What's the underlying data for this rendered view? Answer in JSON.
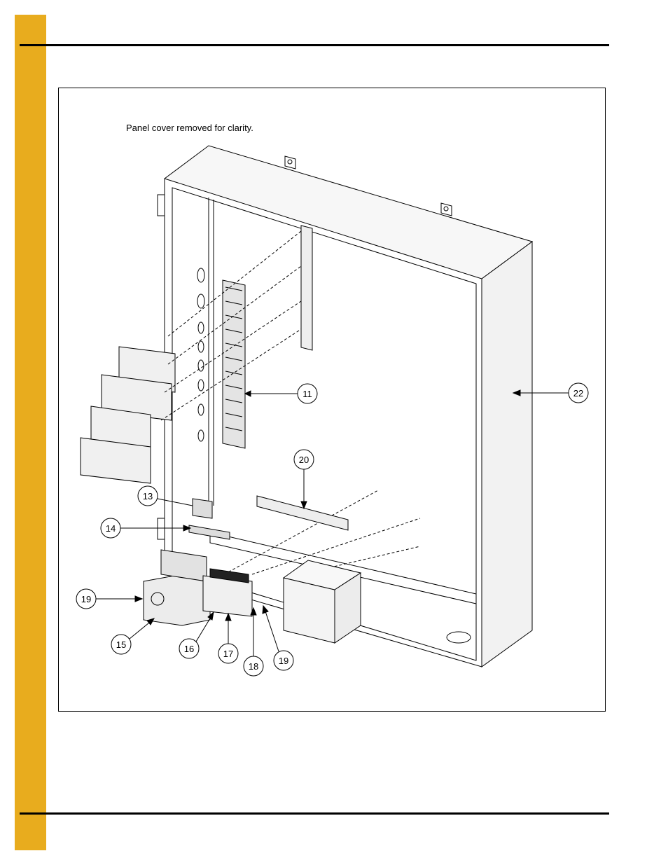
{
  "colors": {
    "tab": "#e8ac1e",
    "line": "#000000"
  },
  "note": "Panel cover removed for clarity.",
  "callouts": [
    {
      "id": "11",
      "label": "11"
    },
    {
      "id": "13",
      "label": "13"
    },
    {
      "id": "14",
      "label": "14"
    },
    {
      "id": "15",
      "label": "15"
    },
    {
      "id": "16",
      "label": "16"
    },
    {
      "id": "17",
      "label": "17"
    },
    {
      "id": "18",
      "label": "18"
    },
    {
      "id": "19a",
      "label": "19"
    },
    {
      "id": "19b",
      "label": "19"
    },
    {
      "id": "20",
      "label": "20"
    },
    {
      "id": "22",
      "label": "22"
    }
  ]
}
